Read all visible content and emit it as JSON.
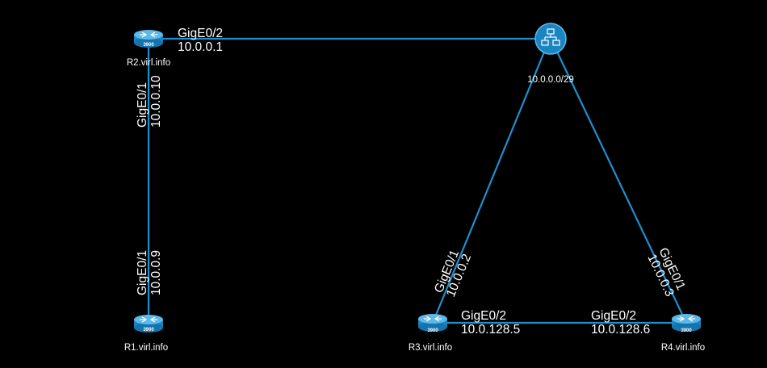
{
  "routers": {
    "r1": {
      "name": "R1.virl.info",
      "model": "3900"
    },
    "r2": {
      "name": "R2.virl.info",
      "model": "3900"
    },
    "r3": {
      "name": "R3.virl.info",
      "model": "3900"
    },
    "r4": {
      "name": "R4.virl.info",
      "model": "3900"
    }
  },
  "switch": {
    "subnet": "10.0.0.0/29",
    "icon": "network-switch-icon"
  },
  "interfaces": {
    "r2_to_switch": {
      "port": "GigE0/2",
      "ip": "10.0.0.1"
    },
    "r2_to_r1": {
      "port": "GigE0/1",
      "ip": "10.0.0.10"
    },
    "r1_to_r2": {
      "port": "GigE0/1",
      "ip": "10.0.0.9"
    },
    "r3_to_switch": {
      "port": "GigE0/1",
      "ip": "10.0.0.2"
    },
    "r4_to_switch": {
      "port": "GigE0/1",
      "ip": "10.0.0.3"
    },
    "r3_to_r4": {
      "port": "GigE0/2",
      "ip": "10.0.128.5"
    },
    "r4_to_r3": {
      "port": "GigE0/2",
      "ip": "10.0.128.6"
    }
  },
  "colors": {
    "background": "#000000",
    "link": "#1f8fd0",
    "router_body": "#1b85c2",
    "router_top": "#5cb9e8",
    "switch_body": "#1b85c2",
    "text": "#ffffff"
  }
}
